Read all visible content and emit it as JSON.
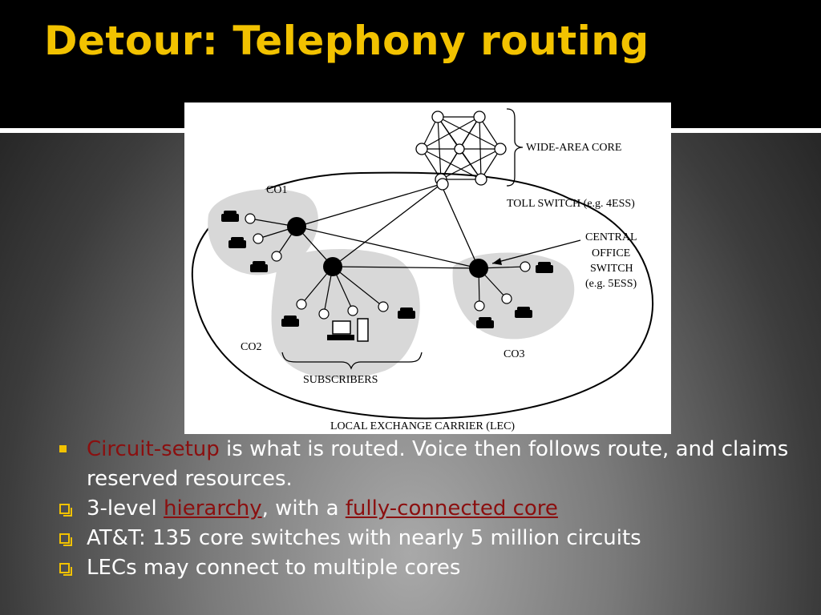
{
  "slide": {
    "title": "Detour: Telephony routing"
  },
  "diagram": {
    "labels": {
      "wide_area_core": "WIDE-AREA CORE",
      "toll_switch": "TOLL SWITCH (e.g. 4ESS)",
      "co1": "CO1",
      "co2": "CO2",
      "co3": "CO3",
      "central_line1": "CENTRAL",
      "central_line2": "OFFICE",
      "central_line3": "SWITCH",
      "central_line4": "(e.g. 5ESS)",
      "subscribers": "SUBSCRIBERS",
      "lec": "LOCAL EXCHANGE CARRIER (LEC)"
    }
  },
  "bullets": {
    "b1": {
      "accent": "Circuit-setup",
      "rest": " is what is routed. Voice then follows route, and claims reserved resources."
    },
    "b2": {
      "pre": "3-level ",
      "link1": "hierarchy",
      "mid": ", with a ",
      "link2": "fully-connected core"
    },
    "b3": {
      "text": "AT&T: 135 core switches with nearly 5 million circuits"
    },
    "b4": {
      "text": "LECs may connect to multiple cores"
    }
  },
  "colors": {
    "title": "#f2c200",
    "accent": "#8b0f0f",
    "bullet_marker": "#f2c200",
    "text": "#ffffff",
    "header_bg": "#000000"
  }
}
